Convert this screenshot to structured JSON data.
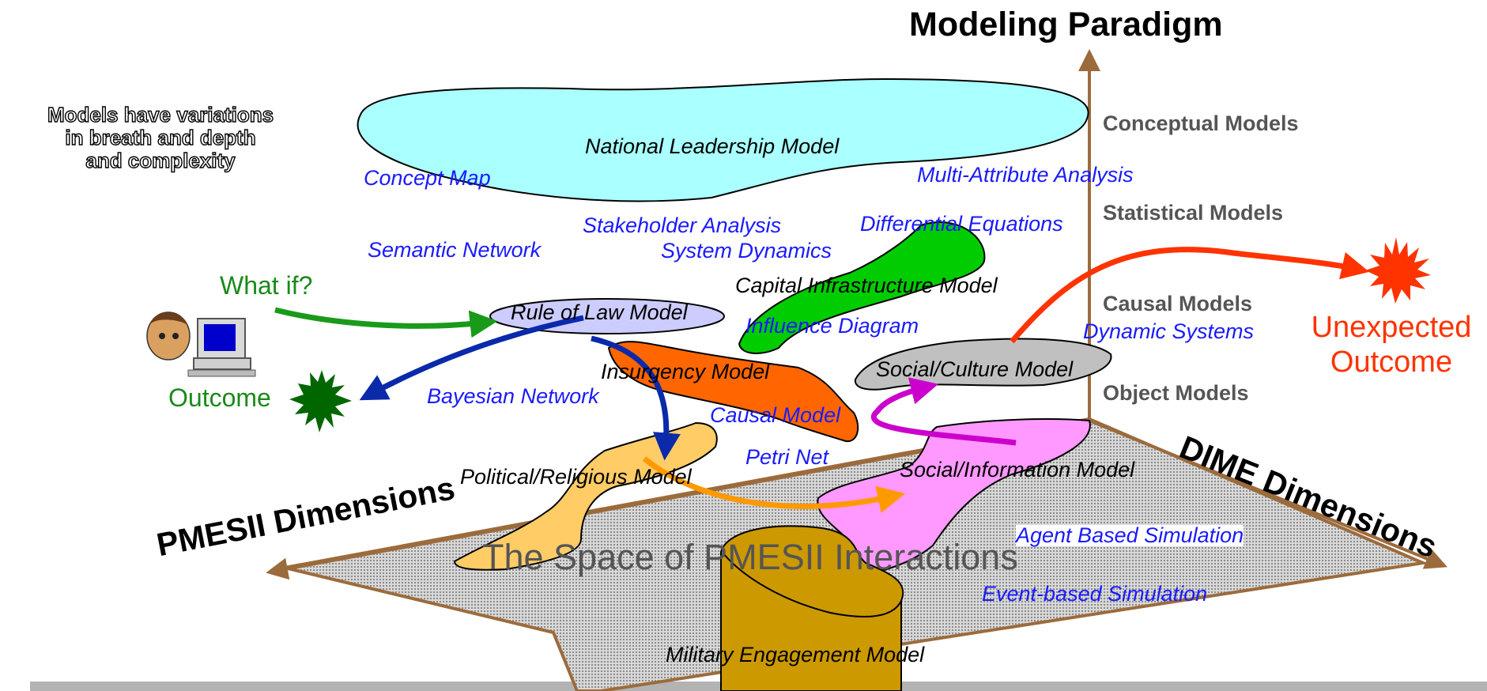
{
  "title": "Modeling Paradigm",
  "paradigms": [
    "Conceptual Models",
    "Statistical Models",
    "Causal Models",
    "Object Models"
  ],
  "axes": {
    "pmesii": "PMESII Dimensions",
    "dime": "DIME Dimensions"
  },
  "plane_label": "The Space of PMESII Interactions",
  "note": [
    "Models have variations",
    "in breath and depth",
    "and complexity"
  ],
  "models": {
    "national": "National Leadership Model",
    "capital": "Capital Infrastructure Model",
    "rule_of_law": "Rule of Law Model",
    "insurgency": "Insurgency Model",
    "social_culture": "Social/Culture Model",
    "political": "Political/Religious Model",
    "social_info": "Social/Information Model",
    "military": "Military Engagement Model"
  },
  "techniques": {
    "concept_map": "Concept Map",
    "multi_attribute": "Multi-Attribute Analysis",
    "stakeholder": "Stakeholder Analysis",
    "differential": "Differential Equations",
    "semantic": "Semantic Network",
    "system_dynamics": "System Dynamics",
    "influence": "Influence Diagram",
    "dynamic_systems": "Dynamic Systems",
    "bayesian": "Bayesian Network",
    "causal_model": "Causal Model",
    "petri": "Petri Net",
    "agent_based": "Agent Based Simulation",
    "event_based": "Event-based Simulation"
  },
  "what_if": "What if?",
  "outcome": "Outcome",
  "unexpected": [
    "Unexpected",
    "Outcome"
  ],
  "colors": {
    "axis": "#9c6b3c",
    "national": "#aaffff",
    "capital": "#00cc00",
    "rule_of_law": "#ccccff",
    "insurgency": "#ff6600",
    "social_culture": "#c0c0c0",
    "political": "#ffcc66",
    "social_info": "#ff99ff",
    "military": "#cc9900",
    "arrow_green": "#1a9a1a",
    "arrow_blue": "#0a2aaa",
    "arrow_orange": "#ff9900",
    "arrow_magenta": "#cc00cc",
    "arrow_red": "#ff3300",
    "outcome_star": "#006600"
  }
}
